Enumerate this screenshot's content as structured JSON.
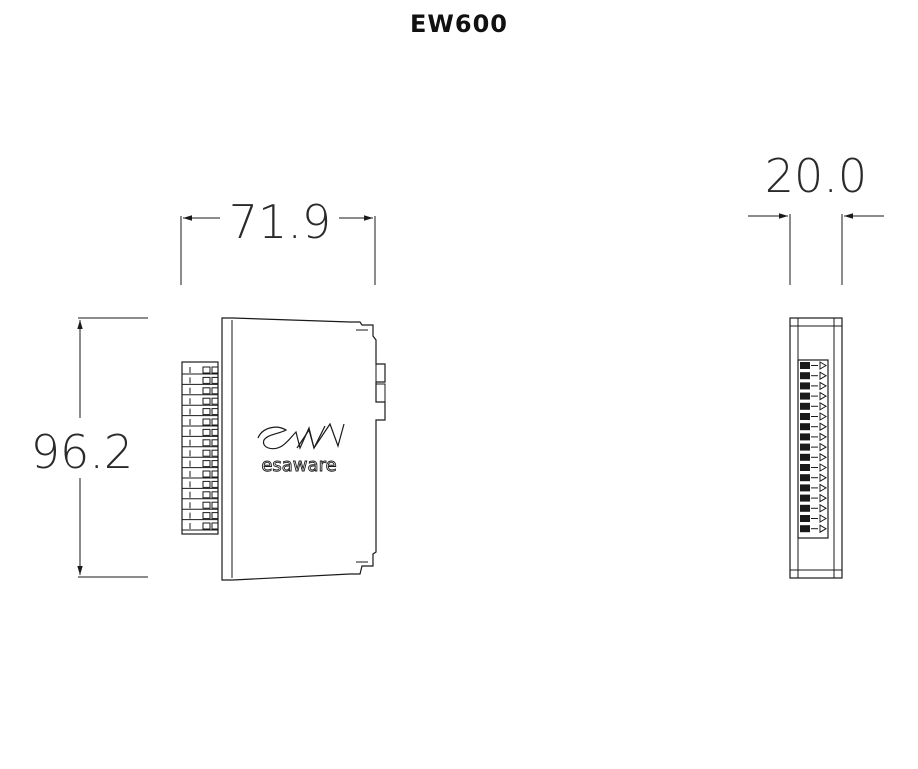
{
  "title": "EW600",
  "dimensions": {
    "width": "71.9",
    "height": "96.2",
    "depth": "20.0"
  },
  "logo": {
    "mark": "ew",
    "brand": "esaware"
  }
}
